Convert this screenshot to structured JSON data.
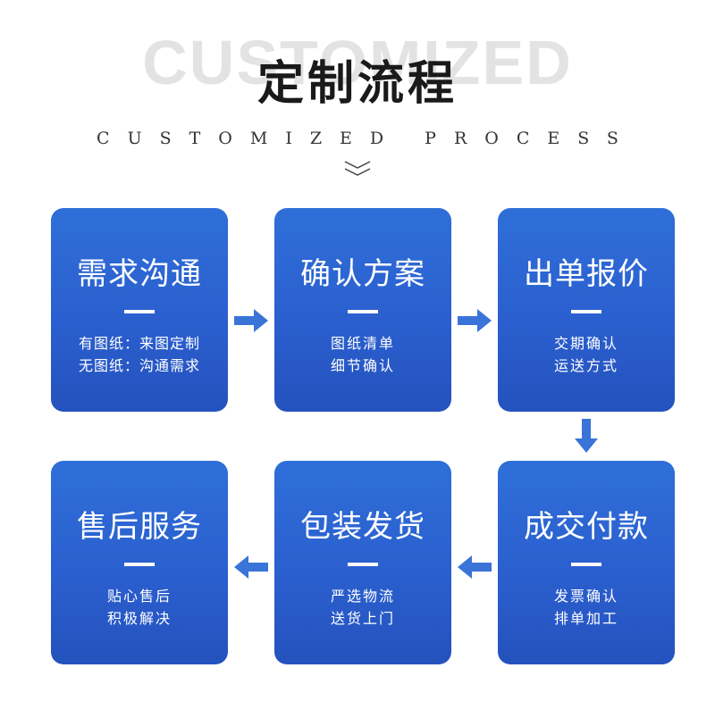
{
  "header": {
    "bg_word": "CUSTOMIZED",
    "title": "定制流程",
    "subtitle": "CUSTOMIZED PROCESS"
  },
  "steps": [
    {
      "name": "需求沟通",
      "lines": [
        "有图纸：来图定制",
        "无图纸：沟通需求"
      ]
    },
    {
      "name": "确认方案",
      "lines": [
        "图纸清单",
        "细节确认"
      ]
    },
    {
      "name": "出单报价",
      "lines": [
        "交期确认",
        "运送方式"
      ]
    },
    {
      "name": "成交付款",
      "lines": [
        "发票确认",
        "排单加工"
      ]
    },
    {
      "name": "包装发货",
      "lines": [
        "严选物流",
        "送货上门"
      ]
    },
    {
      "name": "售后服务",
      "lines": [
        "贴心售后",
        "积极解决"
      ]
    }
  ],
  "colors": {
    "card": "#2b5fcf",
    "arrow": "#3a74d8"
  }
}
